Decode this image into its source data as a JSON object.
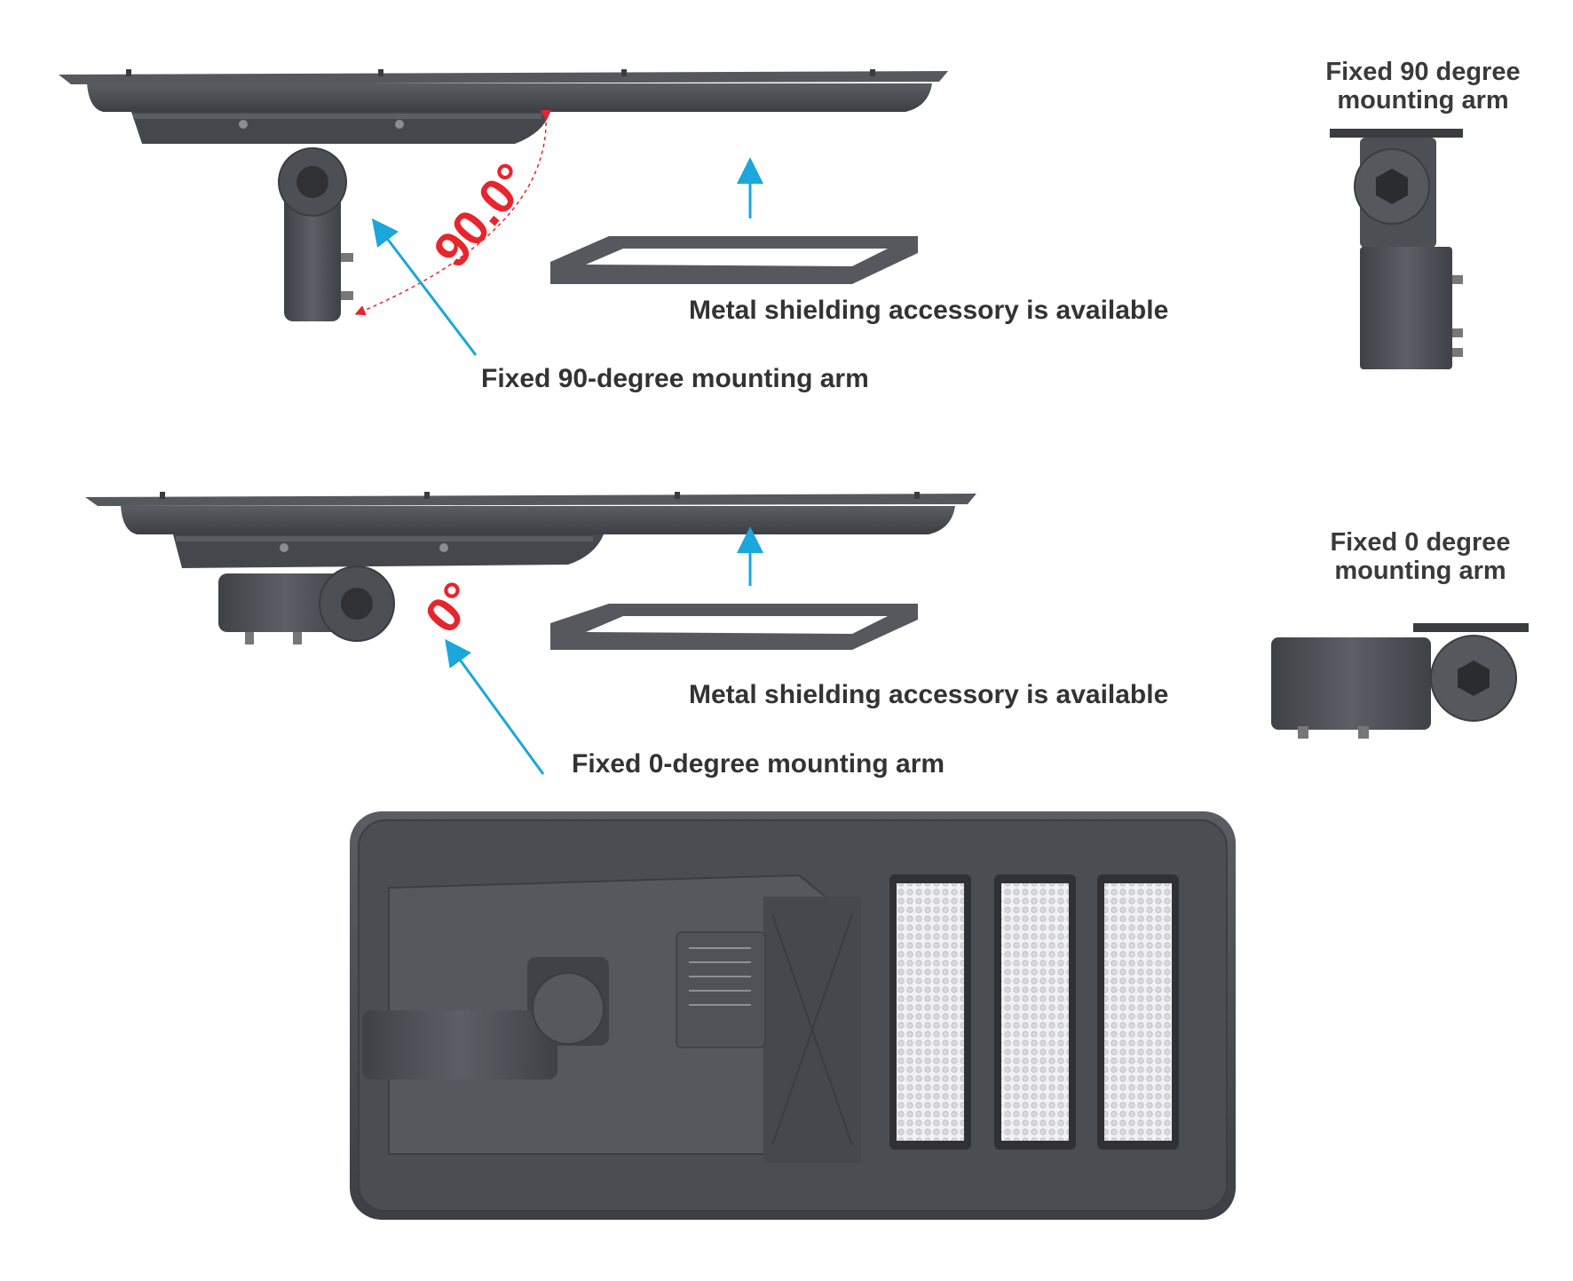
{
  "labels": {
    "top_arm": "Fixed 90-degree mounting arm",
    "top_shield": "Metal shielding accessory is available",
    "top_right_title_line1": "Fixed  90 degree",
    "top_right_title_line2": "mounting arm",
    "mid_arm": "Fixed  0-degree mounting arm",
    "mid_shield": "Metal shielding accessory is available",
    "mid_right_title_line1": "Fixed 0 degree",
    "mid_right_title_line2": "mounting arm"
  },
  "angles": {
    "top": "90.0°",
    "mid": "0°"
  },
  "colors": {
    "arrow": "#1ba6dc",
    "angle_text": "#e8242c",
    "label_text": "#333333",
    "housing": "#4a4d52",
    "housing_dark": "#3a3c40",
    "led_panel": "#e9e9ec"
  }
}
